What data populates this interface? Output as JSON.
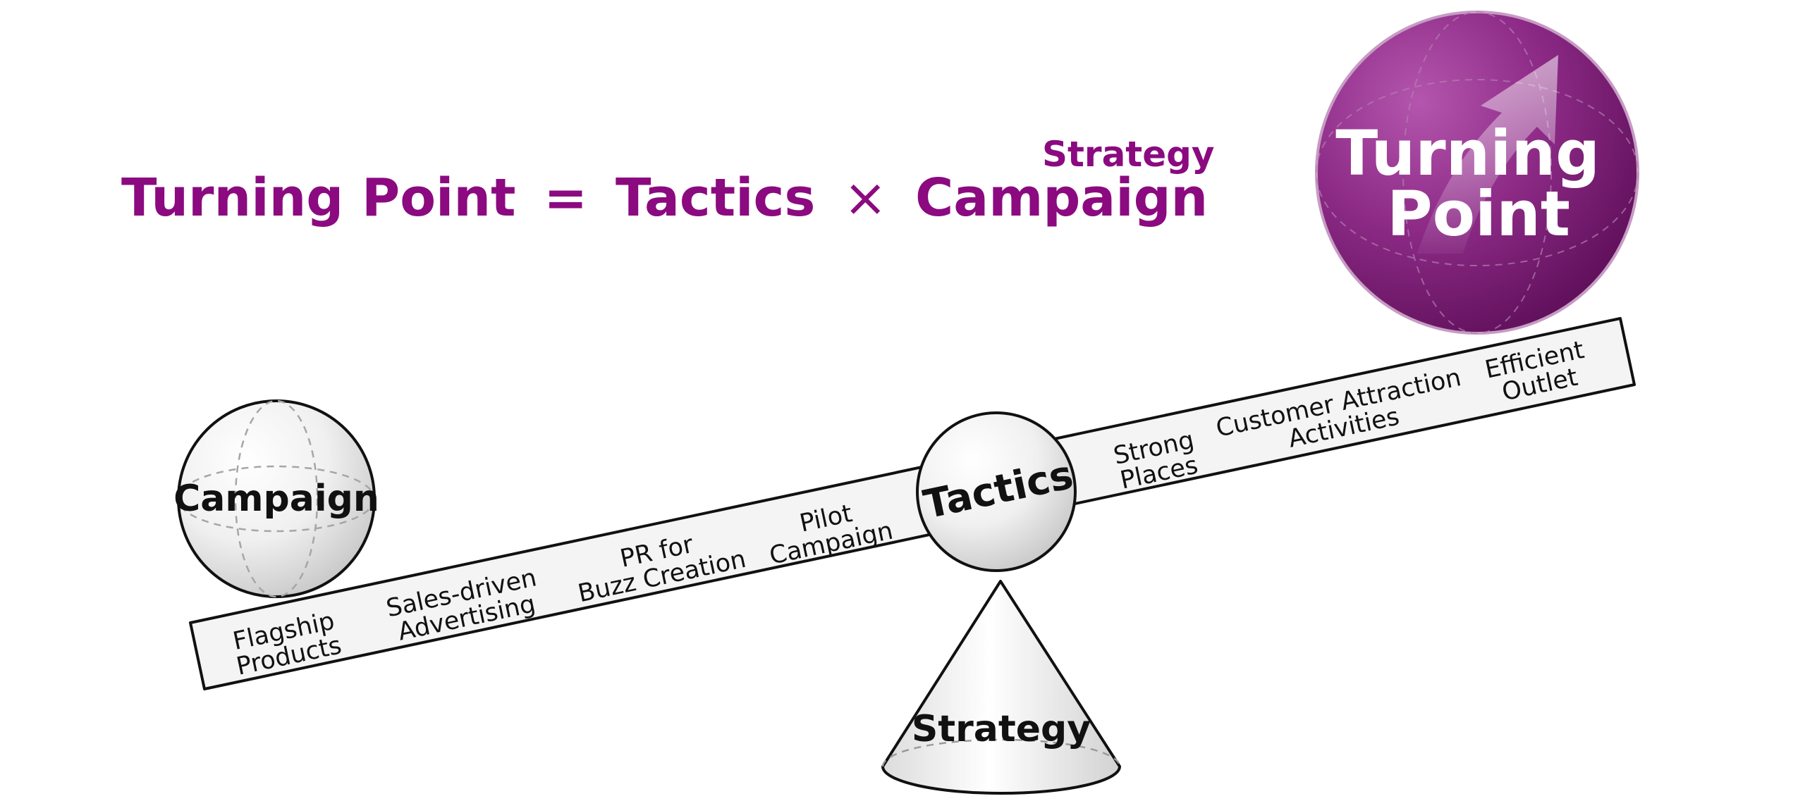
{
  "formula": {
    "left": "Turning Point",
    "equals": "=",
    "tactics": "Tactics",
    "times": "×",
    "campaign": "Campaign",
    "exponent": "Strategy"
  },
  "campaign_ball": {
    "label": "Campaign"
  },
  "fulcrum_ball": {
    "label": "Tactics"
  },
  "strategy_cone": {
    "label": "Strategy"
  },
  "turning_point_ball": {
    "line1": "Turning",
    "line2": "Point",
    "icon": "up-arrow-icon"
  },
  "board_items": [
    {
      "line1": "Flagship",
      "line2": "Products"
    },
    {
      "line1": "Sales-driven",
      "line2": "Advertising"
    },
    {
      "line1": "PR for",
      "line2": "Buzz Creation"
    },
    {
      "line1": "Pilot",
      "line2": "Campaign"
    },
    {
      "line1": "Strong",
      "line2": "Places"
    },
    {
      "line1": "Customer Attraction",
      "line2": "Activities"
    },
    {
      "line1": "Efficient",
      "line2": "Outlet"
    }
  ],
  "colors": {
    "accent": "#8b0a80",
    "ball_purple": "#7d1f78",
    "board": "#f4f4f4",
    "outline": "#111111"
  }
}
